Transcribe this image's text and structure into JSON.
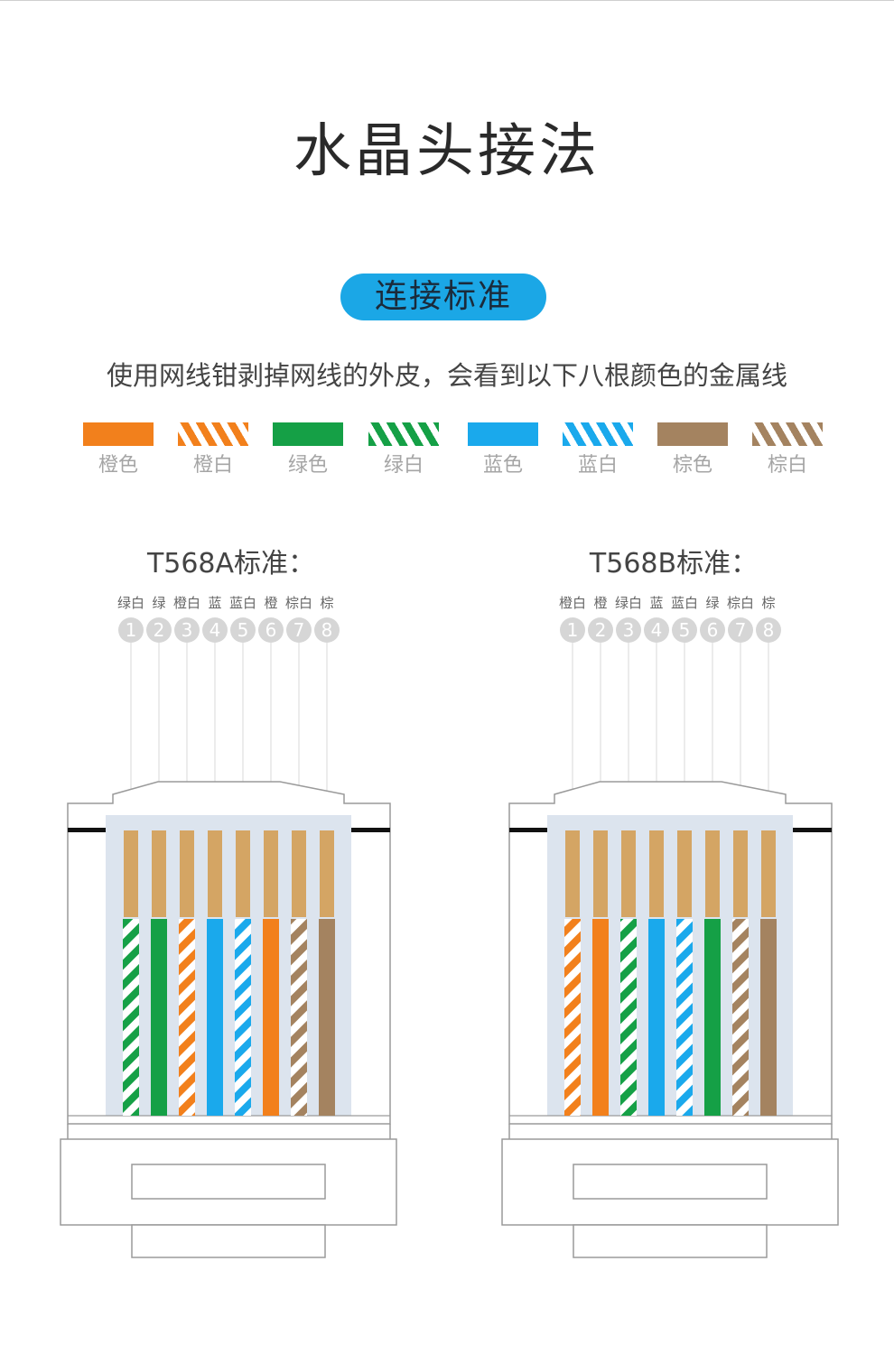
{
  "title": "水晶头接法",
  "badge": "连接标准",
  "description": "使用网线钳剥掉网线的外皮，会看到以下八根颜色的金属线",
  "colors": {
    "orange": "#f2801c",
    "green": "#15a046",
    "blue": "#1aa9ec",
    "brown": "#a48360",
    "badge": "#1ba7e6",
    "gold": "#d4a564"
  },
  "swatches": [
    {
      "label": "橙色",
      "color": "orange",
      "striped": false
    },
    {
      "label": "橙白",
      "color": "orange",
      "striped": true
    },
    {
      "label": "绿色",
      "color": "green",
      "striped": false
    },
    {
      "label": "绿白",
      "color": "green",
      "striped": true
    },
    {
      "label": "蓝色",
      "color": "blue",
      "striped": false
    },
    {
      "label": "蓝白",
      "color": "blue",
      "striped": true
    },
    {
      "label": "棕色",
      "color": "brown",
      "striped": false
    },
    {
      "label": "棕白",
      "color": "brown",
      "striped": true
    }
  ],
  "standards": [
    {
      "title": "T568A标准：",
      "pins": [
        {
          "num": "1",
          "label": "绿白",
          "color": "green",
          "striped": true
        },
        {
          "num": "2",
          "label": "绿",
          "color": "green",
          "striped": false
        },
        {
          "num": "3",
          "label": "橙白",
          "color": "orange",
          "striped": true
        },
        {
          "num": "4",
          "label": "蓝",
          "color": "blue",
          "striped": false
        },
        {
          "num": "5",
          "label": "蓝白",
          "color": "blue",
          "striped": true
        },
        {
          "num": "6",
          "label": "橙",
          "color": "orange",
          "striped": false
        },
        {
          "num": "7",
          "label": "棕白",
          "color": "brown",
          "striped": true
        },
        {
          "num": "8",
          "label": "棕",
          "color": "brown",
          "striped": false
        }
      ]
    },
    {
      "title": "T568B标准：",
      "pins": [
        {
          "num": "1",
          "label": "橙白",
          "color": "orange",
          "striped": true
        },
        {
          "num": "2",
          "label": "橙",
          "color": "orange",
          "striped": false
        },
        {
          "num": "3",
          "label": "绿白",
          "color": "green",
          "striped": true
        },
        {
          "num": "4",
          "label": "蓝",
          "color": "blue",
          "striped": false
        },
        {
          "num": "5",
          "label": "蓝白",
          "color": "blue",
          "striped": true
        },
        {
          "num": "6",
          "label": "绿",
          "color": "green",
          "striped": false
        },
        {
          "num": "7",
          "label": "棕白",
          "color": "brown",
          "striped": true
        },
        {
          "num": "8",
          "label": "棕",
          "color": "brown",
          "striped": false
        }
      ]
    }
  ]
}
